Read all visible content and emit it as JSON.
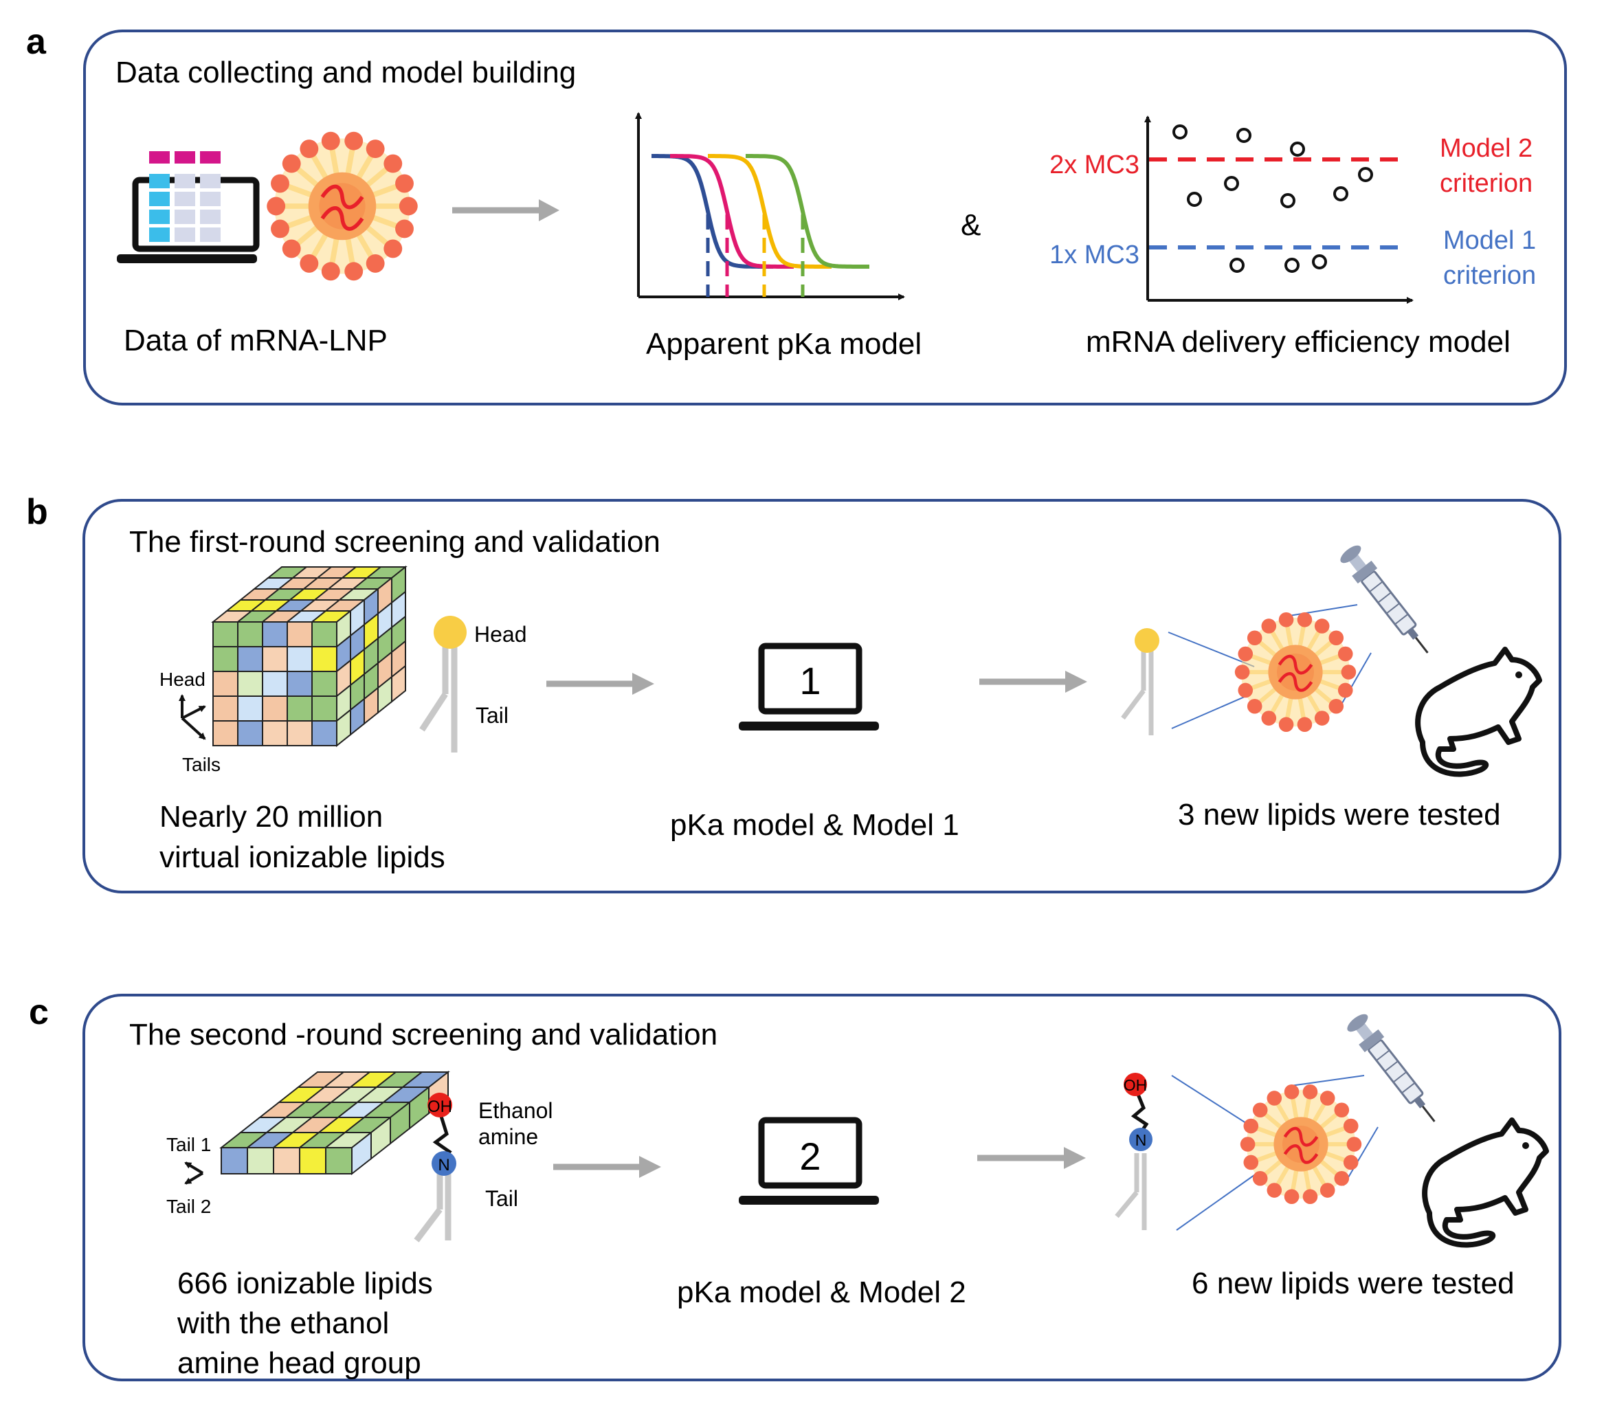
{
  "colors": {
    "panel_border": "#2f4a8c",
    "arrow_gray": "#a8a8a8",
    "model2_red": "#e8202a",
    "model1_blue": "#4472c4",
    "curve_blue": "#2e4e95",
    "curve_pink": "#e0186f",
    "curve_yellow": "#f5b800",
    "curve_green": "#6aab3e",
    "lnp_outer": "#f36b4f",
    "lnp_inner": "#fddc8c",
    "table_header": "#d4168a",
    "table_cyan": "#3bbdea",
    "table_gray": "#d5d9ea",
    "head_yellow": "#f8cd45",
    "amine_blue": "#4474c4",
    "hydroxyl_red": "#e8201a"
  },
  "panel_a": {
    "label": "a",
    "title": "Data collecting and model building",
    "caption_data": "Data of mRNA-LNP",
    "caption_pka": "Apparent pKa model",
    "ampersand": "&",
    "caption_efficiency": "mRNA delivery efficiency model",
    "line_2x": "2x MC3",
    "line_1x": "1x MC3",
    "model2_line1": "Model 2",
    "model2_line2": "criterion",
    "model1_line1": "Model 1",
    "model1_line2": "criterion",
    "icons": [
      "laptop-icon",
      "data-table-icon",
      "lnp-particle-icon",
      "arrow-right-icon"
    ]
  },
  "panel_b": {
    "label": "b",
    "title": "The first-round screening and validation",
    "axis_head": "Head",
    "axis_tails": "Tails",
    "lipid_head": "Head",
    "lipid_tail": "Tail",
    "laptop_number": "1",
    "caption_lib_line1": "Nearly 20 million",
    "caption_lib_line2": "virtual ionizable lipids",
    "caption_model": "pKa model & Model 1",
    "caption_tested": "3 new lipids were tested",
    "icons": [
      "cube-library-icon",
      "lipid-icon",
      "laptop-icon",
      "syringe-icon",
      "mouse-icon"
    ]
  },
  "panel_c": {
    "label": "c",
    "title": "The second -round screening and validation",
    "axis_tail1": "Tail 1",
    "axis_tail2": "Tail 2",
    "oh_label": "OH",
    "n_label": "N",
    "ethanol_line1": "Ethanol",
    "ethanol_line2": "amine",
    "lipid_tail": "Tail",
    "laptop_number": "2",
    "caption_lib_line1": "666 ionizable lipids",
    "caption_lib_line2": "with  the ethanol",
    "caption_lib_line3": "amine head group",
    "caption_model": "pKa model & Model 2",
    "caption_tested": "6 new lipids were tested",
    "icons": [
      "grid-library-icon",
      "ethanolamine-lipid-icon",
      "laptop-icon",
      "syringe-icon",
      "mouse-icon"
    ]
  }
}
